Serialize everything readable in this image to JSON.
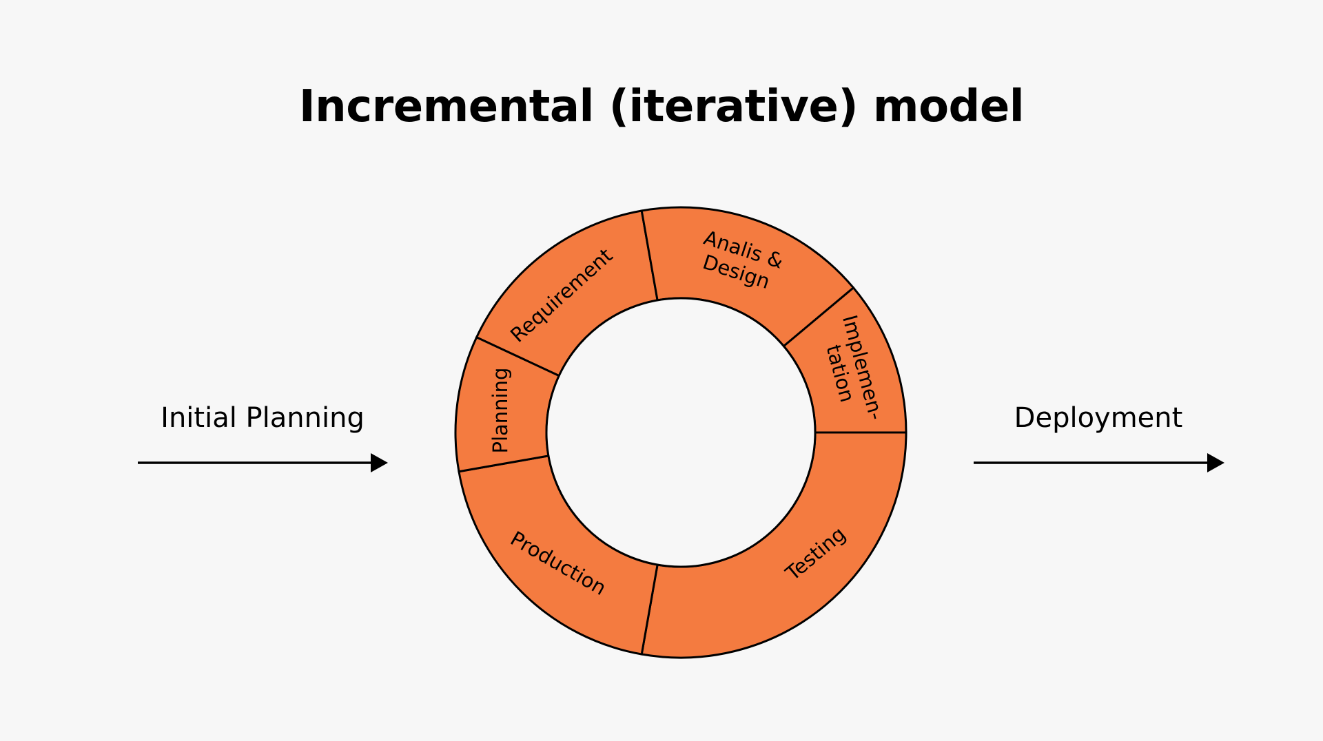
{
  "title": "Incremental (iterative) model",
  "left_label": "Initial Planning",
  "right_label": "Deployment",
  "colors": {
    "background": "#f7f7f7",
    "segment_fill": "#f47b40",
    "stroke": "#000000",
    "inner_fill": "#f7f7f7"
  },
  "segments": [
    {
      "name": "requirement",
      "lines": [
        "Requirement"
      ]
    },
    {
      "name": "analis-design",
      "lines": [
        "Analis &",
        "Design"
      ]
    },
    {
      "name": "implementation",
      "lines": [
        "Implemen-",
        "tation"
      ]
    },
    {
      "name": "testing",
      "lines": [
        "Testing"
      ]
    },
    {
      "name": "production",
      "lines": [
        "Production"
      ]
    },
    {
      "name": "planning",
      "lines": [
        "Planning"
      ]
    }
  ]
}
